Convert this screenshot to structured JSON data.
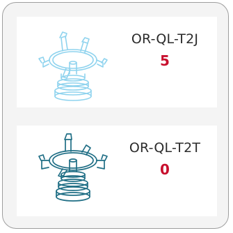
{
  "parts": [
    {
      "name": "OR-QL-T2J",
      "count": "5",
      "icon": "tripod-holder-icon",
      "icon_color": "#8fd3ee",
      "count_color": "#c8102e"
    },
    {
      "name": "OR-QL-T2T",
      "count": "0",
      "icon": "tripod-holder-icon",
      "icon_color": "#1f6e85",
      "count_color": "#c8102e"
    }
  ],
  "colors": {
    "panel_bg": "#f4f4f4",
    "panel_border": "#9e9e9e",
    "card_bg": "#ffffff",
    "text": "#2b2b2b"
  }
}
